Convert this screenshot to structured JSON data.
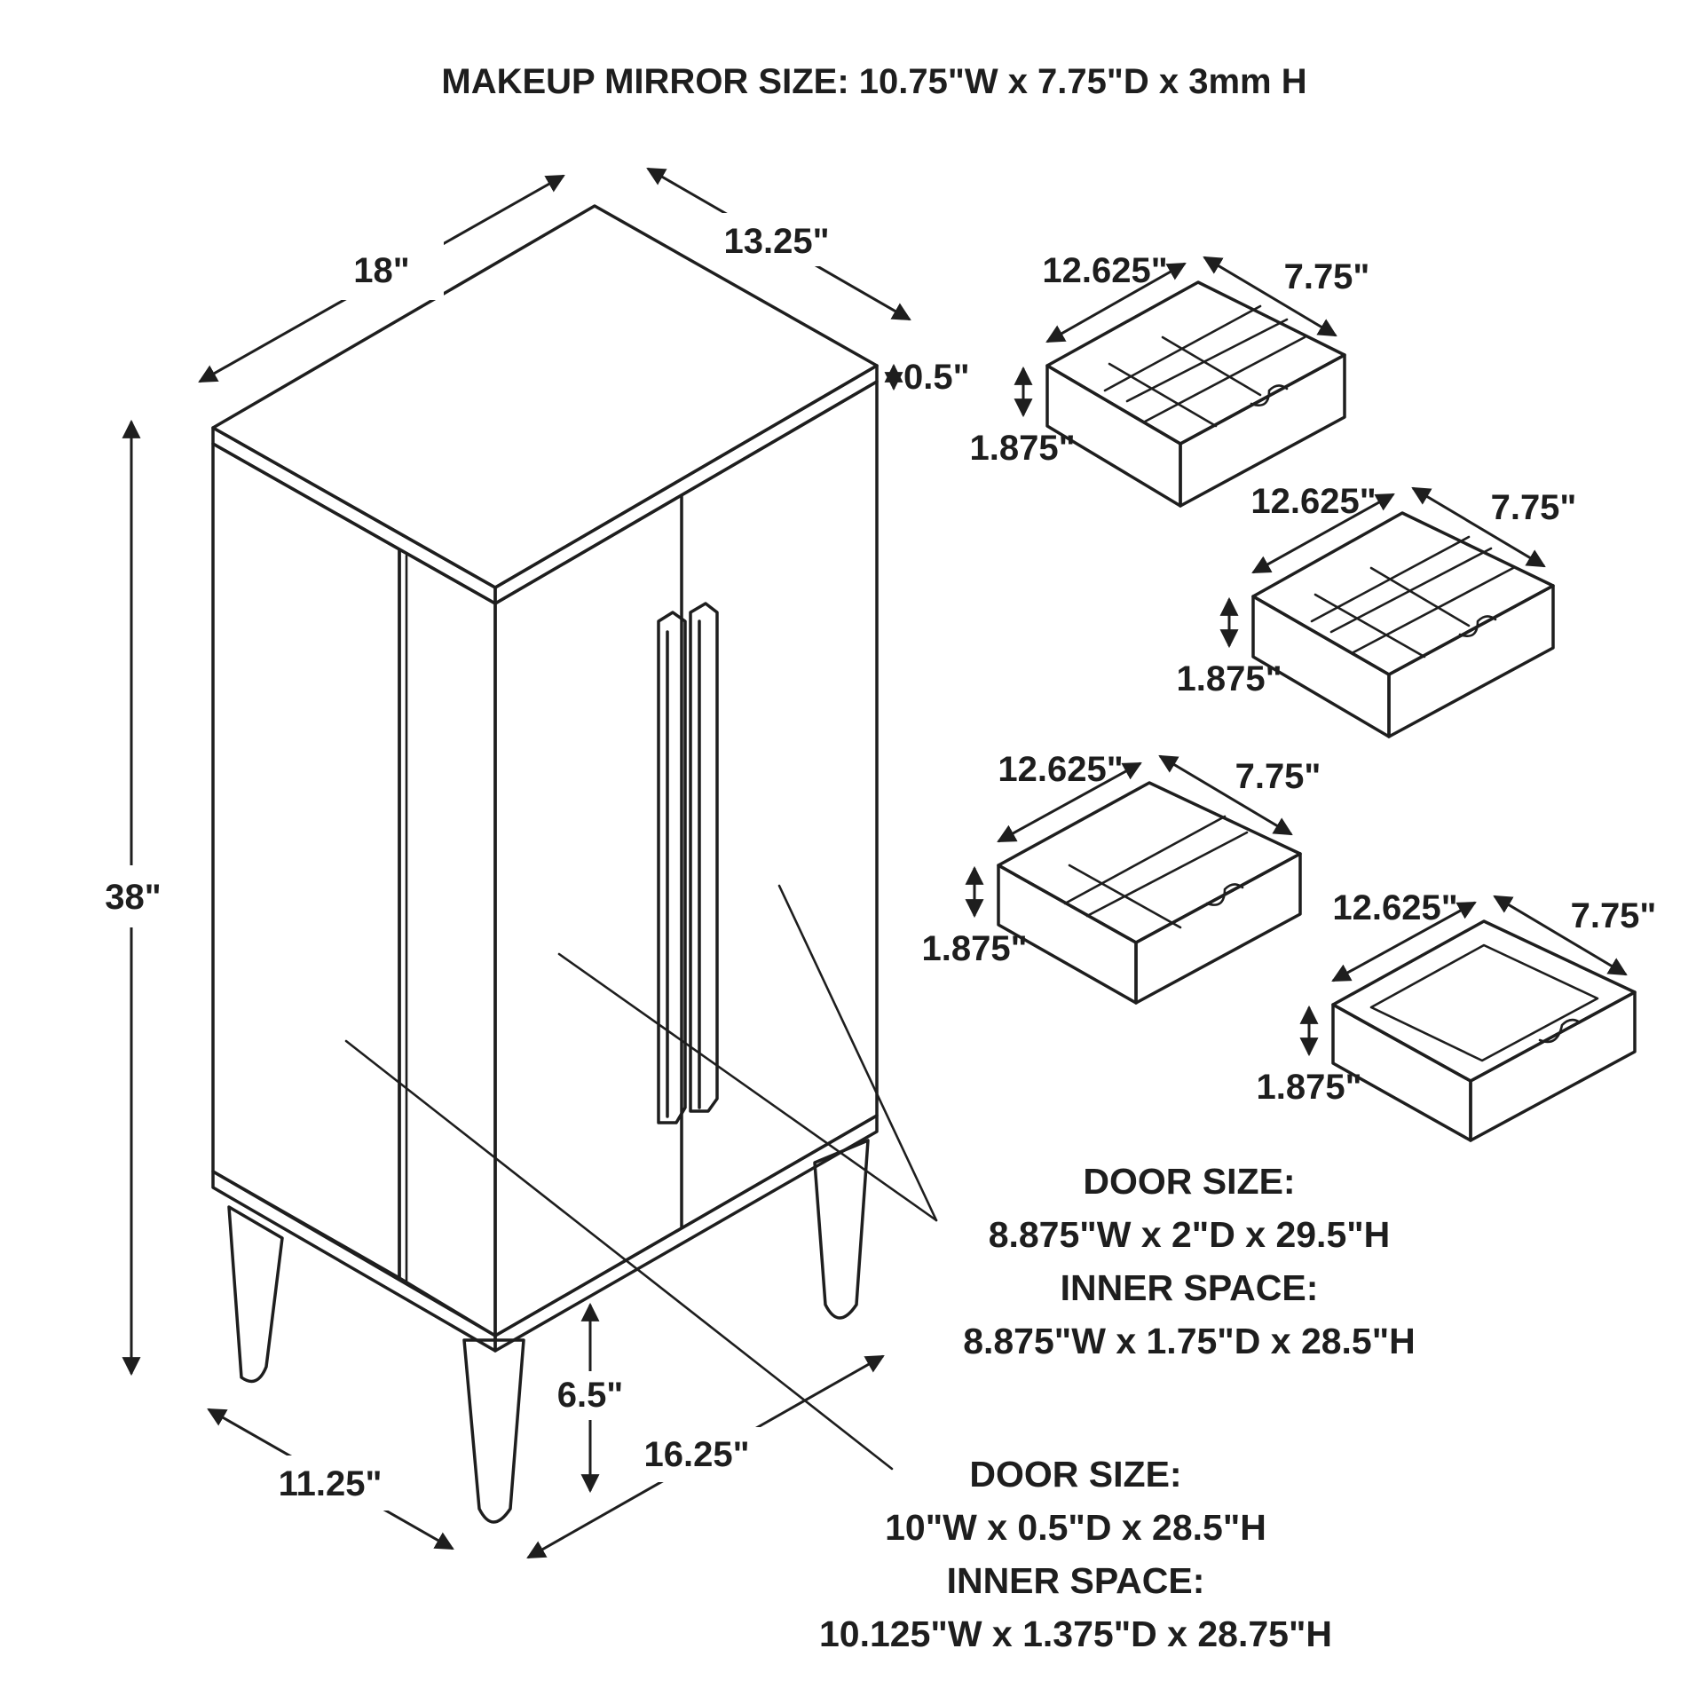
{
  "title": "MAKEUP MIRROR SIZE: 10.75\"W x 7.75\"D x 3mm H",
  "cabinet": {
    "width": "18\"",
    "depth": "13.25\"",
    "top_thickness": "0.5\"",
    "height": "38\"",
    "leg_height": "6.5\"",
    "base_depth": "11.25\"",
    "base_width": "16.25\""
  },
  "drawers": [
    {
      "width": "12.625\"",
      "depth": "7.75\"",
      "height": "1.875\""
    },
    {
      "width": "12.625\"",
      "depth": "7.75\"",
      "height": "1.875\""
    },
    {
      "width": "12.625\"",
      "depth": "7.75\"",
      "height": "1.875\""
    },
    {
      "width": "12.625\"",
      "depth": "7.75\"",
      "height": "1.875\""
    }
  ],
  "right_door": {
    "heading": "DOOR SIZE:",
    "size": "8.875\"W x 2\"D x 29.5\"H",
    "inner_heading": "INNER SPACE:",
    "inner": "8.875\"W x 1.75\"D x 28.5\"H"
  },
  "left_door": {
    "heading": "DOOR SIZE:",
    "size": "10\"W x 0.5\"D x 28.5\"H",
    "inner_heading": "INNER SPACE:",
    "inner": "10.125\"W x 1.375\"D x 28.75\"H"
  }
}
